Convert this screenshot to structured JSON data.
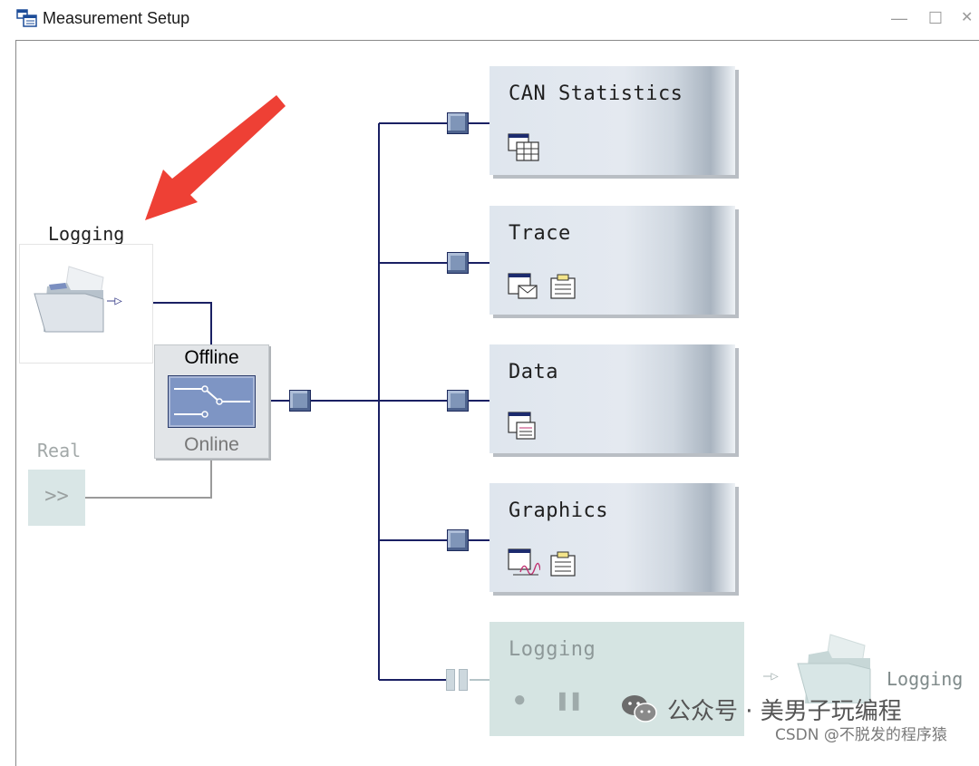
{
  "window": {
    "title": "Measurement Setup",
    "minimize_glyph": "—",
    "maximize_glyph": "☐",
    "close_glyph": "✕"
  },
  "source": {
    "logging_label": "Logging",
    "logging_arrow": "—▷",
    "real_label": "Real",
    "real_button_glyph": ">>"
  },
  "switch": {
    "offline_label": "Offline",
    "online_label": "Online",
    "active_mode": "Offline"
  },
  "blocks": [
    {
      "title": "CAN Statistics",
      "icons": [
        "statistics-icon"
      ]
    },
    {
      "title": "Trace",
      "icons": [
        "trace-window-icon",
        "config-notepad-icon"
      ]
    },
    {
      "title": "Data",
      "icons": [
        "data-window-icon"
      ]
    },
    {
      "title": "Graphics",
      "icons": [
        "graphics-window-icon",
        "config-notepad-icon"
      ]
    }
  ],
  "logging_block": {
    "title": "Logging",
    "record_glyph": "●",
    "pause_glyph": "❚❚",
    "output_label": "Logging",
    "output_arrow": "—▷",
    "enabled": false
  },
  "watermark": {
    "wechat_text": "公众号 · 美男子玩编程",
    "csdn_text": "CSDN @不脱发的程序猿"
  },
  "colors": {
    "wire": "#1a2063",
    "connector": "#7f95b8",
    "annotation_arrow": "#ee4035",
    "block_bg": "#dfe6ee",
    "disabled_bg": "#d5e4e2"
  }
}
